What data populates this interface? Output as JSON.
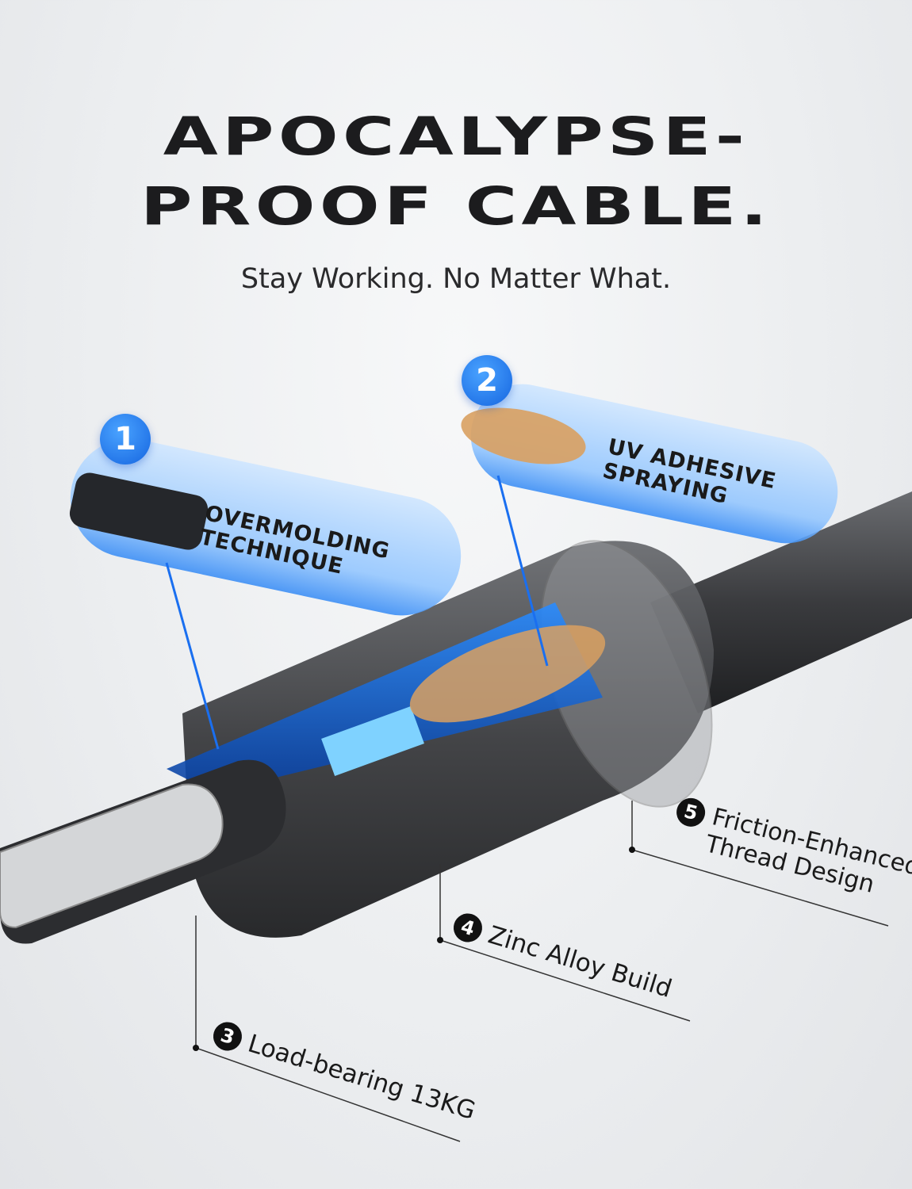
{
  "headline": {
    "line1": "APOCALYPSE-",
    "line2": "PROOF CABLE."
  },
  "subtitle": "Stay Working. No Matter What.",
  "callouts": [
    {
      "number": "1",
      "label_line1": "OVERMOLDING",
      "label_line2": "TECHNIQUE"
    },
    {
      "number": "2",
      "label_line1": "UV ADHESIVE",
      "label_line2": "SPRAYING"
    }
  ],
  "features": [
    {
      "number": "3",
      "label": "Load-bearing 13KG"
    },
    {
      "number": "4",
      "label": "Zinc Alloy Build"
    },
    {
      "number": "5",
      "label_line1": "Friction-Enhanced",
      "label_line2": "Thread Design"
    }
  ],
  "colors": {
    "accent": "#1a6ff0",
    "text": "#1c1c1e",
    "cable": "#3a3b3e"
  }
}
